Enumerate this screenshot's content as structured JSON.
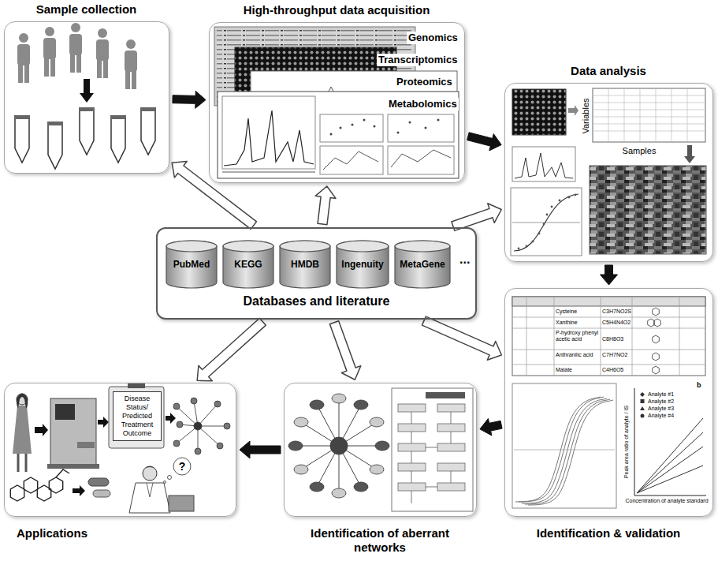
{
  "diagram": {
    "nodes": [
      {
        "text": [
          "Sample collection"
        ]
      },
      {
        "text": [
          "High-throughput data acquisition",
          "Genomics",
          "Transcriptomics",
          "Proteomics",
          "Metabolomics"
        ]
      },
      {
        "text": [
          "Data analysis",
          "Variables",
          "Samples"
        ]
      },
      {
        "text": [
          "Databases and literature"
        ]
      },
      {
        "text": [
          "PubMed"
        ],
        "in": 3
      },
      {
        "text": [
          "KEGG"
        ],
        "in": 3
      },
      {
        "text": [
          "HMDB"
        ],
        "in": 3
      },
      {
        "text": [
          "Ingenuity"
        ],
        "in": 3
      },
      {
        "text": [
          "MetaGene"
        ],
        "in": 3
      },
      {
        "text": [
          "Identification & validation"
        ]
      },
      {
        "text": [
          "Identification of aberrant networks"
        ]
      },
      {
        "text": [
          "Applications"
        ]
      },
      {
        "text": [
          "Disease Status/ Predicted Treatment Outcome"
        ],
        "in": 11
      }
    ],
    "edges": [
      {
        "from": 0,
        "to": 1,
        "arrow": "to"
      },
      {
        "from": 1,
        "to": 2,
        "arrow": "to"
      },
      {
        "from": 2,
        "to": 9,
        "arrow": "to"
      },
      {
        "from": 9,
        "to": 10,
        "arrow": "to"
      },
      {
        "from": 10,
        "to": 11,
        "arrow": "to"
      },
      {
        "from": 3,
        "to": 0,
        "arrow": "to"
      },
      {
        "from": 3,
        "to": 1,
        "arrow": "to"
      },
      {
        "from": 3,
        "to": 2,
        "arrow": "to"
      },
      {
        "from": 3,
        "to": 11,
        "arrow": "to"
      },
      {
        "from": 3,
        "to": 10,
        "arrow": "to"
      },
      {
        "from": 3,
        "to": 9,
        "arrow": "to"
      }
    ],
    "labels": [
      "...",
      "Cysteine",
      "C3H7NO2S",
      "Xanthine",
      "C5H4N4O2",
      "P-hydroxy phenyl acetic acid",
      "C8H8O3",
      "Anthranilic acid",
      "C7H7NO2",
      "Malate",
      "C4H6O5",
      "b",
      "Analyte #1",
      "Analyte #2",
      "Analyte #3",
      "Analyte #4",
      "Peak area ratio of analyte / IS",
      "Concentration of analyte standard",
      "?"
    ]
  }
}
